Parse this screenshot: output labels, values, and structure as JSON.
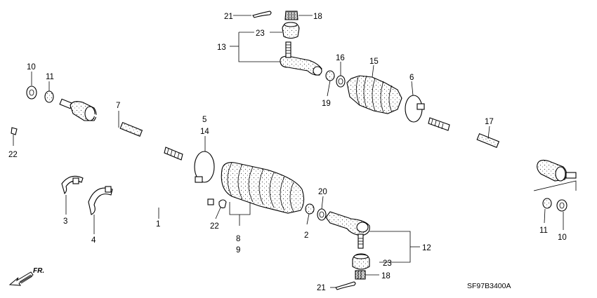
{
  "diagram": {
    "code": "SF97B3400A",
    "direction": "FR.",
    "callouts": [
      {
        "id": "c21a",
        "text": "21"
      },
      {
        "id": "c18a",
        "text": "18"
      },
      {
        "id": "c23a",
        "text": "23"
      },
      {
        "id": "c13",
        "text": "13"
      },
      {
        "id": "c16",
        "text": "16"
      },
      {
        "id": "c15",
        "text": "15"
      },
      {
        "id": "c6",
        "text": "6"
      },
      {
        "id": "c19",
        "text": "19"
      },
      {
        "id": "c10a",
        "text": "10"
      },
      {
        "id": "c11a",
        "text": "11"
      },
      {
        "id": "c7",
        "text": "7"
      },
      {
        "id": "c5",
        "text": "5"
      },
      {
        "id": "c14",
        "text": "14"
      },
      {
        "id": "c17",
        "text": "17"
      },
      {
        "id": "c22a",
        "text": "22"
      },
      {
        "id": "c20",
        "text": "20"
      },
      {
        "id": "c3",
        "text": "3"
      },
      {
        "id": "c4",
        "text": "4"
      },
      {
        "id": "c1",
        "text": "1"
      },
      {
        "id": "c22b",
        "text": "22"
      },
      {
        "id": "c8",
        "text": "8"
      },
      {
        "id": "c9",
        "text": "9"
      },
      {
        "id": "c2",
        "text": "2"
      },
      {
        "id": "c12",
        "text": "12"
      },
      {
        "id": "c11b",
        "text": "11"
      },
      {
        "id": "c10b",
        "text": "10"
      },
      {
        "id": "c23b",
        "text": "23"
      },
      {
        "id": "c18b",
        "text": "18"
      },
      {
        "id": "c21b",
        "text": "21"
      }
    ]
  }
}
